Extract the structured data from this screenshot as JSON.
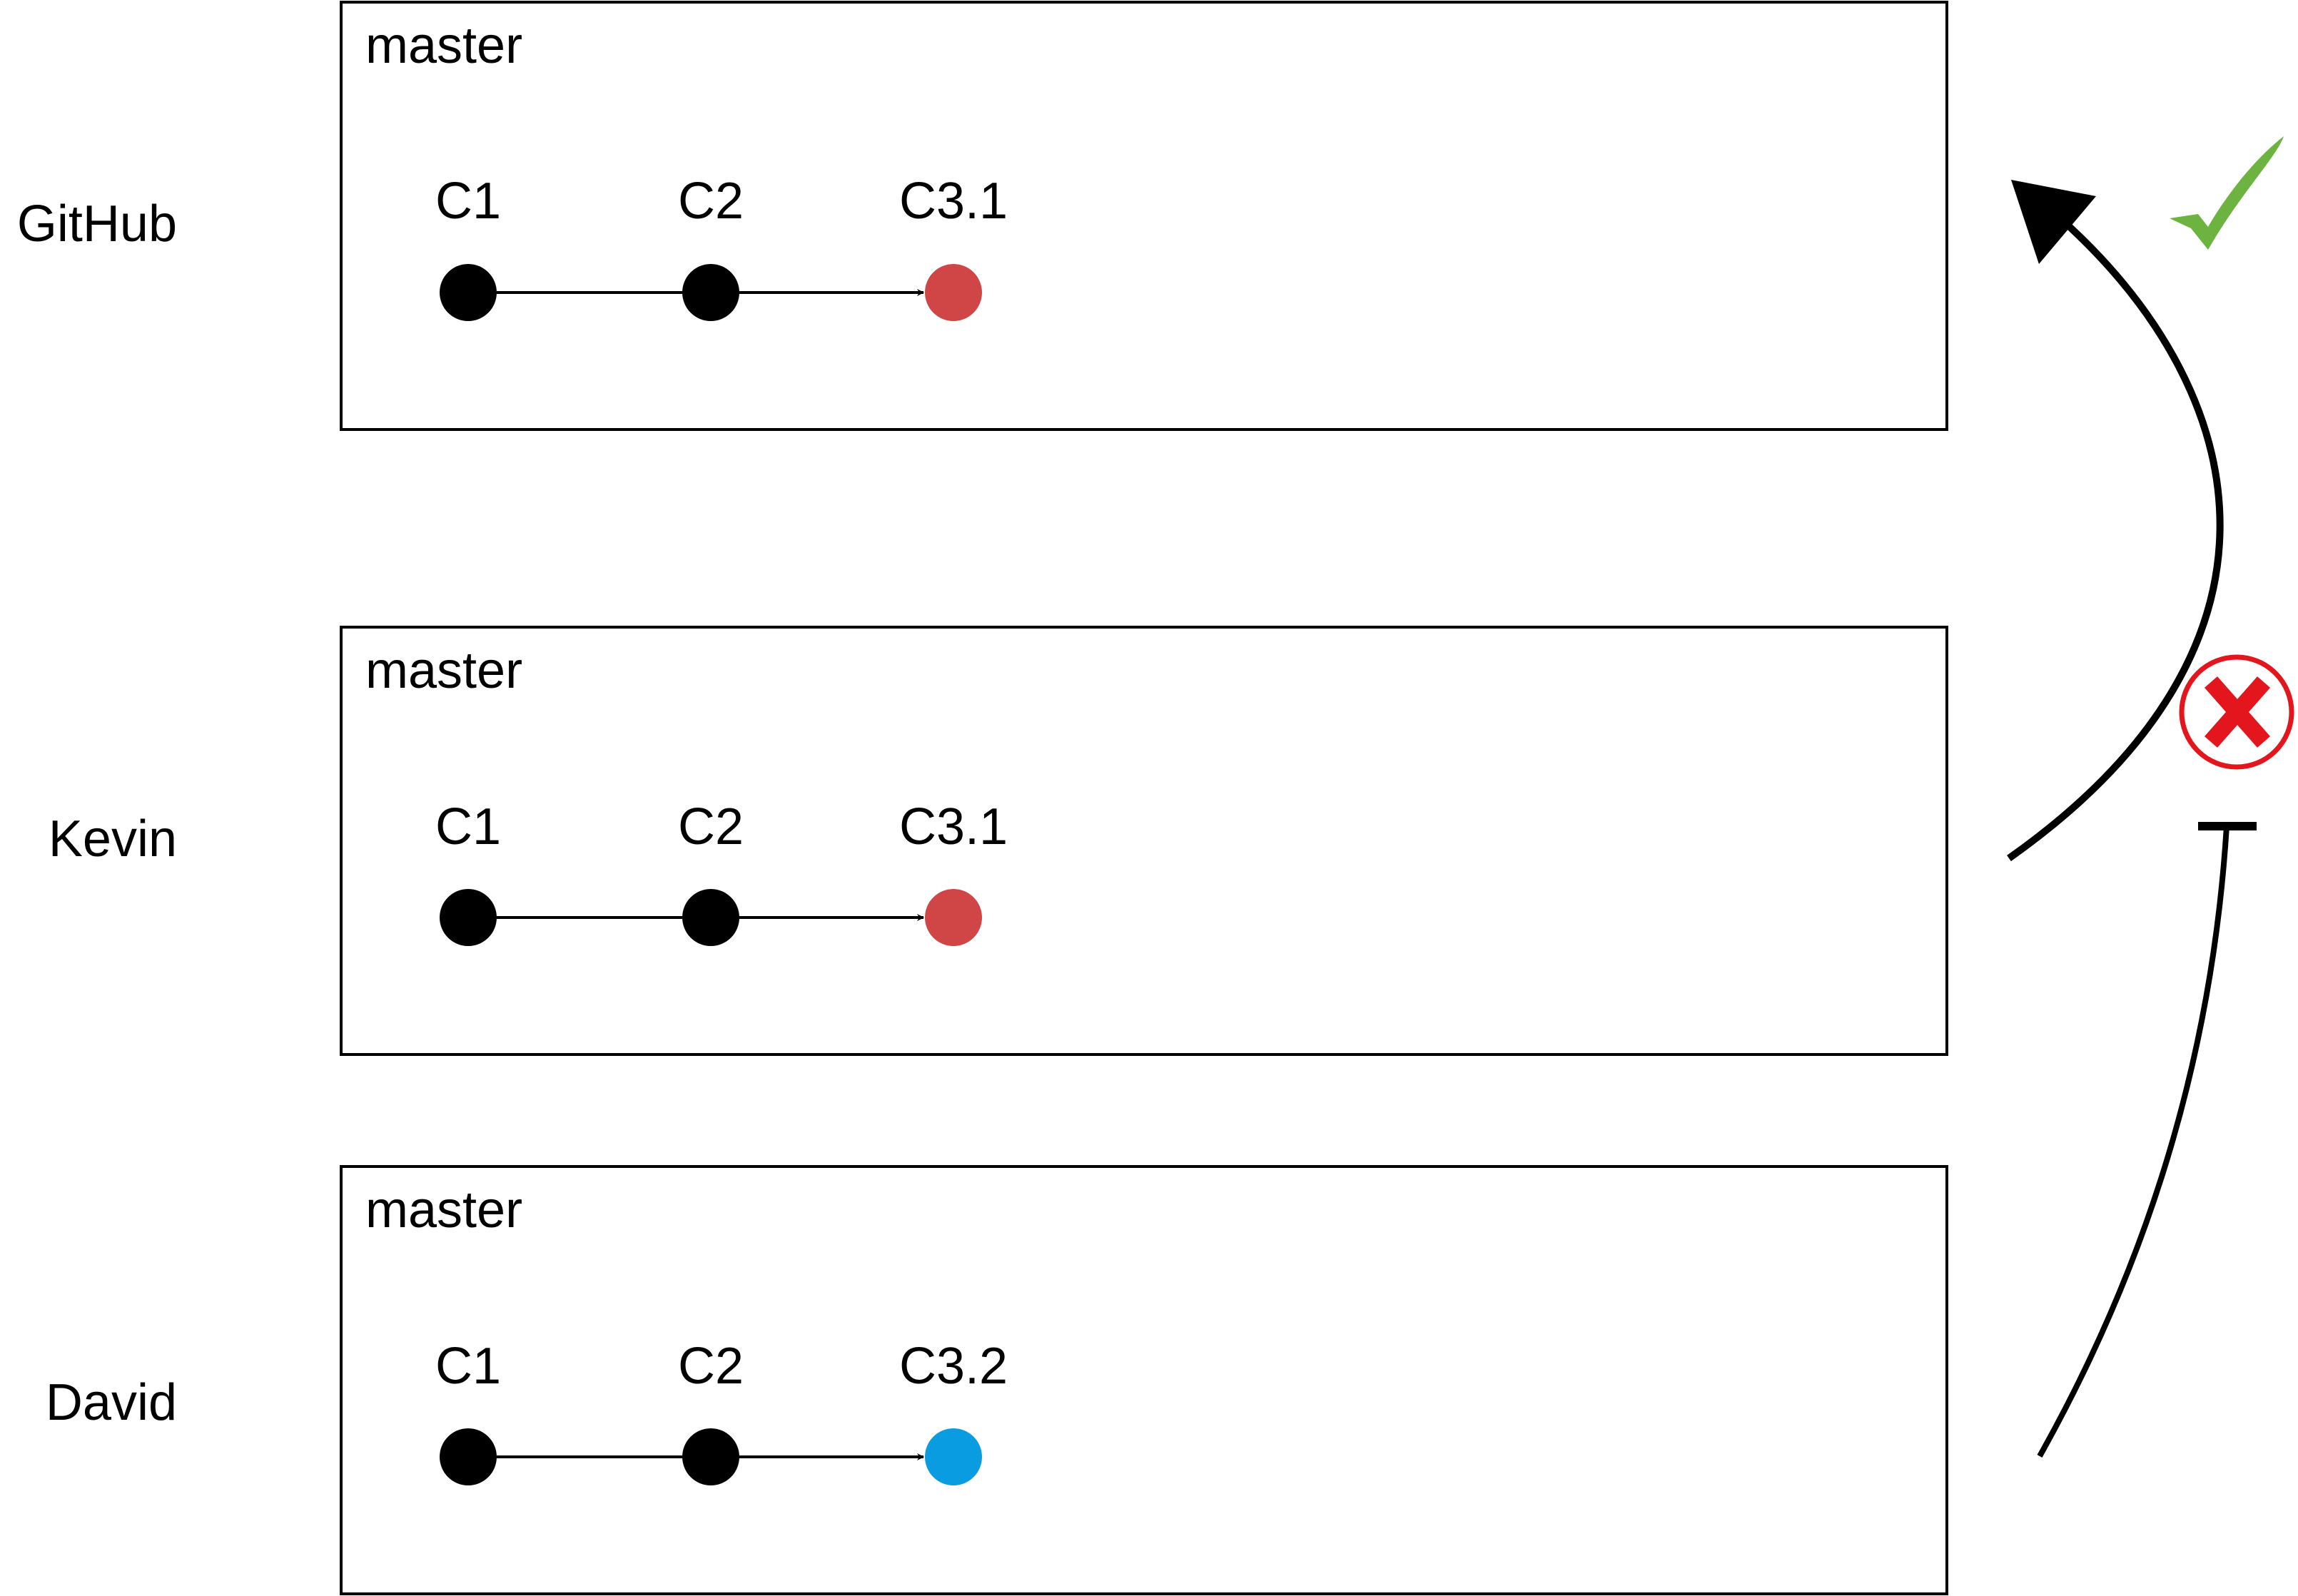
{
  "rows": [
    {
      "owner": "GitHub",
      "branch": "master",
      "commits": [
        {
          "label": "C1",
          "color": "#000000"
        },
        {
          "label": "C2",
          "color": "#000000"
        },
        {
          "label": "C3.1",
          "color": "#d04545"
        }
      ]
    },
    {
      "owner": "Kevin",
      "branch": "master",
      "commits": [
        {
          "label": "C1",
          "color": "#000000"
        },
        {
          "label": "C2",
          "color": "#000000"
        },
        {
          "label": "C3.1",
          "color": "#d04545"
        }
      ]
    },
    {
      "owner": "David",
      "branch": "master",
      "commits": [
        {
          "label": "C1",
          "color": "#000000"
        },
        {
          "label": "C2",
          "color": "#000000"
        },
        {
          "label": "C3.2",
          "color": "#0a9ce0"
        }
      ]
    }
  ],
  "status": {
    "accepted_icon": "check-icon",
    "accepted_color": "#6cb33f",
    "rejected_icon": "x-circle-icon",
    "rejected_color": "#e3161e"
  }
}
